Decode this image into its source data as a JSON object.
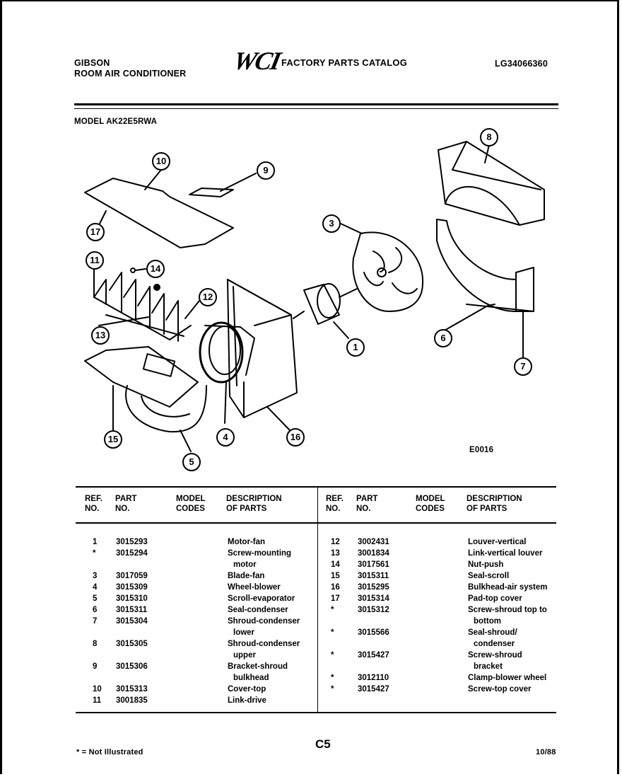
{
  "header": {
    "brand": "GIBSON",
    "product": "ROOM AIR CONDITIONER",
    "logo_text": "WCI",
    "catalog": "FACTORY PARTS CATALOG",
    "catalog_number": "LG34066360"
  },
  "model_line": "MODEL AK22E5RWA",
  "diagram": {
    "code": "E0016",
    "callouts": [
      "10",
      "9",
      "17",
      "3",
      "8",
      "11",
      "14",
      "12",
      "13",
      "1",
      "6",
      "7",
      "4",
      "15",
      "16",
      "5"
    ]
  },
  "table": {
    "headers": {
      "ref": [
        "REF.",
        "NO."
      ],
      "part": [
        "PART",
        "NO."
      ],
      "model": [
        "MODEL",
        "CODES"
      ],
      "desc": [
        "DESCRIPTION",
        "OF PARTS"
      ]
    },
    "left": [
      {
        "ref": "1",
        "part": "3015293",
        "desc": "Motor-fan"
      },
      {
        "ref": "*",
        "part": "3015294",
        "desc": "Screw-mounting"
      },
      {
        "ref": "",
        "part": "",
        "desc": "motor"
      },
      {
        "ref": "3",
        "part": "3017059",
        "desc": "Blade-fan"
      },
      {
        "ref": "4",
        "part": "3015309",
        "desc": "Wheel-blower"
      },
      {
        "ref": "5",
        "part": "3015310",
        "desc": "Scroll-evaporator"
      },
      {
        "ref": "6",
        "part": "3015311",
        "desc": "Seal-condenser"
      },
      {
        "ref": "7",
        "part": "3015304",
        "desc": "Shroud-condenser"
      },
      {
        "ref": "",
        "part": "",
        "desc": "lower"
      },
      {
        "ref": "8",
        "part": "3015305",
        "desc": "Shroud-condenser"
      },
      {
        "ref": "",
        "part": "",
        "desc": "upper"
      },
      {
        "ref": "9",
        "part": "3015306",
        "desc": "Bracket-shroud"
      },
      {
        "ref": "",
        "part": "",
        "desc": "bulkhead"
      },
      {
        "ref": "10",
        "part": "3015313",
        "desc": "Cover-top"
      },
      {
        "ref": "11",
        "part": "3001835",
        "desc": "Link-drive"
      }
    ],
    "right": [
      {
        "ref": "12",
        "part": "3002431",
        "desc": "Louver-vertical"
      },
      {
        "ref": "13",
        "part": "3001834",
        "desc": "Link-vertical louver"
      },
      {
        "ref": "14",
        "part": "3017561",
        "desc": "Nut-push"
      },
      {
        "ref": "15",
        "part": "3015311",
        "desc": "Seal-scroll"
      },
      {
        "ref": "16",
        "part": "3015295",
        "desc": "Bulkhead-air system"
      },
      {
        "ref": "17",
        "part": "3015314",
        "desc": "Pad-top cover"
      },
      {
        "ref": "*",
        "part": "3015312",
        "desc": "Screw-shroud top to"
      },
      {
        "ref": "",
        "part": "",
        "desc": "bottom"
      },
      {
        "ref": "*",
        "part": "3015566",
        "desc": "Seal-shroud/"
      },
      {
        "ref": "",
        "part": "",
        "desc": "condenser"
      },
      {
        "ref": "*",
        "part": "3015427",
        "desc": "Screw-shroud"
      },
      {
        "ref": "",
        "part": "",
        "desc": "bracket"
      },
      {
        "ref": "*",
        "part": "3012110",
        "desc": "Clamp-blower wheel"
      },
      {
        "ref": "*",
        "part": "3015427",
        "desc": "Screw-top cover"
      }
    ]
  },
  "footer": {
    "note": "* = Not Illustrated",
    "page": "C5",
    "date": "10/88"
  }
}
